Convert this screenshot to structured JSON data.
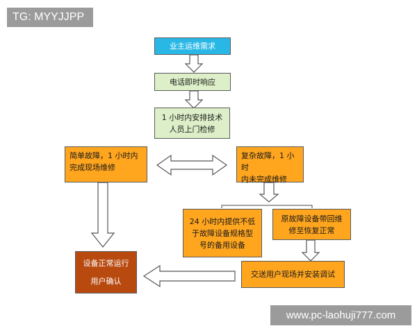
{
  "watermarks": {
    "top_left": "TG: MYYJJPP",
    "bottom_right": "www.pc-laohuji777.com"
  },
  "nodes": {
    "owner_request": "业主运维需求",
    "phone_response": "电话即时响应",
    "dispatch": "1 小时内安排技术\n人员上门检修",
    "simple_fault": "简单故障，1 小时内\n完成现场维修",
    "complex_fault": "复杂故障，1 小时\n内未完成维修",
    "spare_device": "24 小时内提供不低\n于故障设备规格型\n号的备用设备",
    "repair_return": "原故障设备带回维\n修至恢复正常",
    "deliver_install": "交送用户现场并安装调试",
    "confirm": "设备正常运行\n\n用户确认"
  },
  "colors": {
    "blue": "#29b8e6",
    "green": "#dcefc8",
    "orange": "#ffa51e",
    "brown": "#b84a10"
  }
}
